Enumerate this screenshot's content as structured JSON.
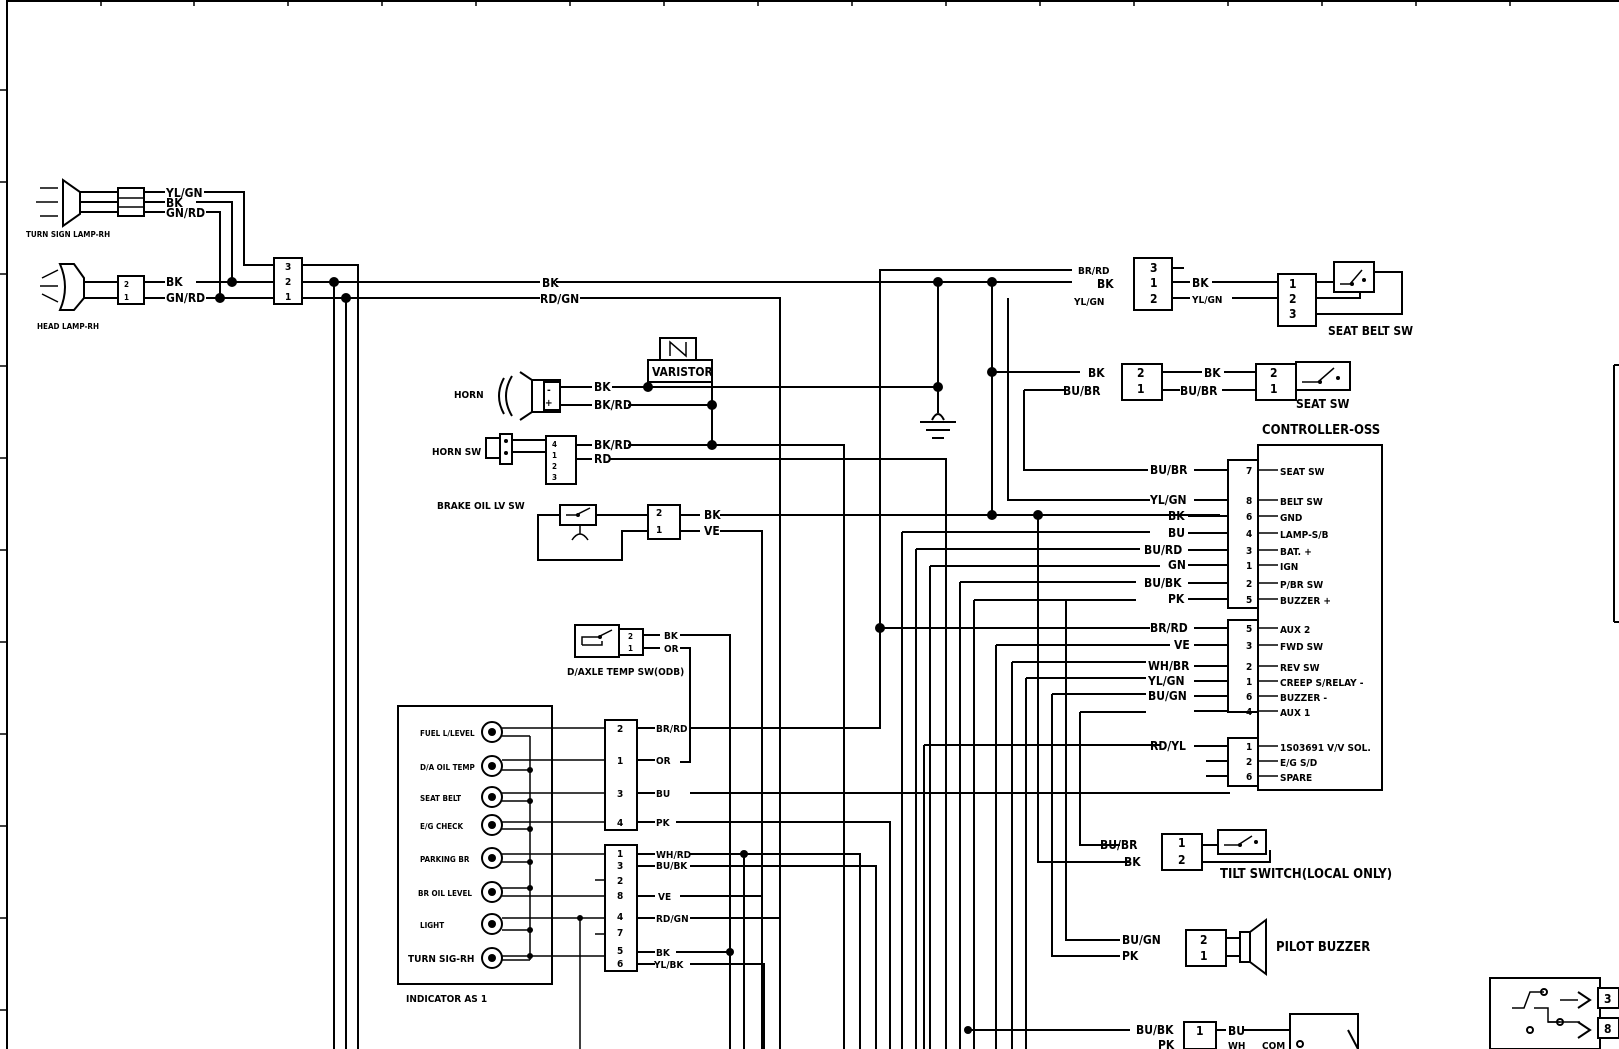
{
  "components": {
    "turn_sign_lamp_rh": "TURN SIGN LAMP-RH",
    "head_lamp_rh": "HEAD LAMP-RH",
    "horn": "HORN",
    "horn_sw": "HORN SW",
    "varistor": "VARISTOR",
    "brake_oil_lv_sw": "BRAKE OIL LV SW",
    "d_axle_temp_sw": "D/AXLE TEMP SW(ODB)",
    "indicator_as": "INDICATOR AS 1",
    "seat_belt_sw": "SEAT BELT SW",
    "seat_sw": "SEAT SW",
    "controller": "CONTROLLER-OSS",
    "tilt_switch": "TILT SWITCH(LOCAL ONLY)",
    "pilot_buzzer": "PILOT BUZZER",
    "com": "COM"
  },
  "wires": {
    "yl_gn": "YL/GN",
    "bk": "BK",
    "gn_rd": "GN/RD",
    "rd_gn": "RD/GN",
    "br_rd": "BR/RD",
    "bk_rd": "BK/RD",
    "rd": "RD",
    "ve": "VE",
    "or": "OR",
    "bu": "BU",
    "pk": "PK",
    "wh_rd": "WH/RD",
    "bu_bk": "BU/BK",
    "yl_bk": "YL/BK",
    "bu_br": "BU/BR",
    "bu_rd": "BU/RD",
    "gn": "GN",
    "wh_br": "WH/BR",
    "bu_gn": "BU/GN",
    "rd_yl": "RD/YL",
    "wh": "WH"
  },
  "indicator_lamps": [
    "FUEL L/LEVEL",
    "D/A OIL TEMP",
    "SEAT BELT",
    "E/G CHECK",
    "PARKING BR",
    "BR OIL LEVEL",
    "LIGHT",
    "TURN SIG-RH"
  ],
  "controller_pins": {
    "seat_sw": "SEAT SW",
    "belt_sw": "BELT SW",
    "gnd": "GND",
    "lamp_sb": "LAMP-S/B",
    "bat": "BAT. +",
    "ign": "IGN",
    "pbr_sw": "P/BR SW",
    "buzzer_plus": "BUZZER +",
    "aux2": "AUX 2",
    "fwd_sw": "FWD SW",
    "rev_sw": "REV SW",
    "creep": "CREEP S/RELAY -",
    "buzzer_minus": "BUZZER -",
    "aux1": "AUX 1",
    "sol": "1S03691 V/V SOL.",
    "eg_sd": "E/G S/D",
    "spare": "SPARE"
  }
}
